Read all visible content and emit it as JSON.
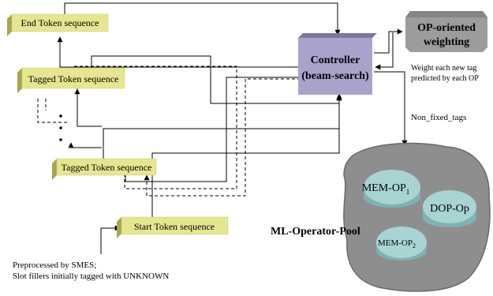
{
  "token_boxes": {
    "end": "End Token sequence",
    "tagged_top": "Tagged Token sequence",
    "tagged_bottom": "Tagged Token sequence",
    "start": "Start Token sequence"
  },
  "controller": {
    "line1": "Controller",
    "line2": "(beam-search)"
  },
  "weighting": {
    "line1": "OP-oriented",
    "line2": "weighting",
    "note_line1": "Weight each new tag",
    "note_line2": "predicted by each OP"
  },
  "edge_label": "Non_fixed_tags",
  "pool": {
    "title": "ML-Operator-Pool",
    "op1_base": "MEM-OP",
    "op1_sub": "1",
    "op2": "DOP-Op",
    "op3_base": "MEM-OP",
    "op3_sub": "2"
  },
  "footnote": {
    "line1": "Preprocessed by SMES;",
    "line2": "Slot fillers initially tagged with UNKNOWN"
  },
  "colors": {
    "token_face": "#e6e690",
    "token_side": "#a6a64e",
    "controller_face": "#a9a3cc",
    "controller_top": "#7d76a8",
    "weighting_face": "#9c9c9c",
    "pool_fill": "#8e8e8e",
    "cylinder": "#a8d4d4"
  }
}
